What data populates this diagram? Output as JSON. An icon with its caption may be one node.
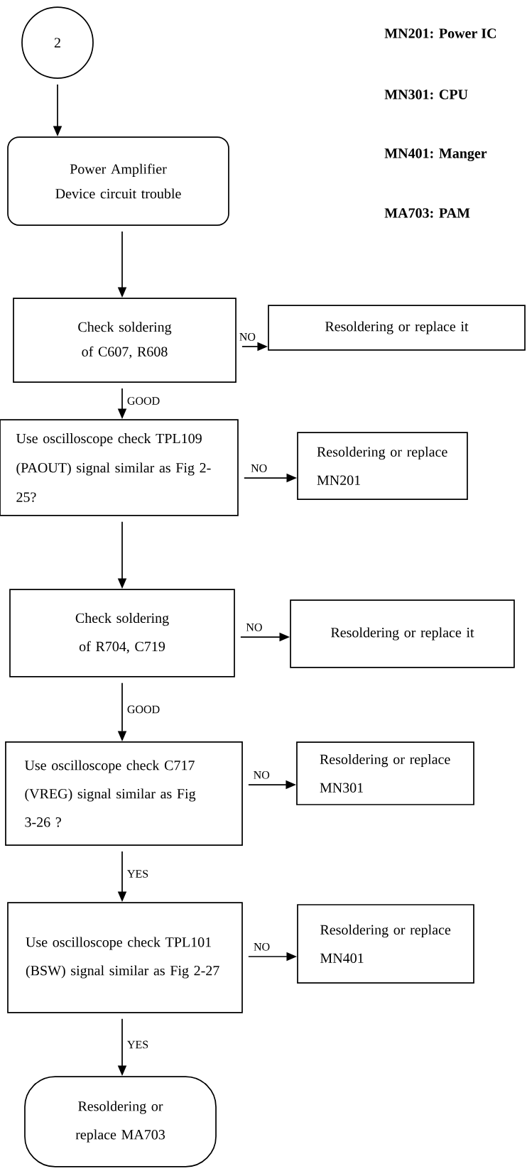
{
  "diagram": {
    "nodes": [
      {
        "text": [
          "2"
        ]
      },
      {
        "text": [
          "Power Amplifier Device circuit trouble"
        ]
      },
      {
        "text": [
          "Check soldering of C607, R608"
        ]
      },
      {
        "text": [
          "Resoldering or replace it"
        ]
      },
      {
        "text": [
          "Use oscilloscope check TPL109 (PAOUT) signal similar as Fig 2-25?"
        ]
      },
      {
        "text": [
          "Resoldering or replace MN201"
        ]
      },
      {
        "text": [
          "Check soldering of R704, C719"
        ]
      },
      {
        "text": [
          "Resoldering or replace it"
        ]
      },
      {
        "text": [
          "Use oscilloscope check C717 (VREG) signal similar as Fig 3-26 ?"
        ]
      },
      {
        "text": [
          "Resoldering or replace MN301"
        ]
      },
      {
        "text": [
          "Use oscilloscope check TPL101 (BSW) signal similar as Fig 2-27"
        ]
      },
      {
        "text": [
          "Resoldering or replace MN401"
        ]
      },
      {
        "text": [
          "Resoldering or replace MA703"
        ]
      }
    ],
    "edges": [
      {
        "from": 0,
        "to": 1,
        "arrow": "to"
      },
      {
        "from": 1,
        "to": 2,
        "arrow": "to"
      },
      {
        "from": 2,
        "to": 3,
        "arrow": "to",
        "label": "NO"
      },
      {
        "from": 2,
        "to": 4,
        "arrow": "to",
        "label": "GOOD"
      },
      {
        "from": 4,
        "to": 5,
        "arrow": "to",
        "label": "NO"
      },
      {
        "from": 4,
        "to": 6,
        "arrow": "to"
      },
      {
        "from": 6,
        "to": 7,
        "arrow": "to",
        "label": "NO"
      },
      {
        "from": 6,
        "to": 8,
        "arrow": "to",
        "label": "GOOD"
      },
      {
        "from": 8,
        "to": 9,
        "arrow": "to",
        "label": "NO"
      },
      {
        "from": 8,
        "to": 10,
        "arrow": "to",
        "label": "YES"
      },
      {
        "from": 10,
        "to": 11,
        "arrow": "to",
        "label": "NO"
      },
      {
        "from": 10,
        "to": 12,
        "arrow": "to",
        "label": "YES"
      }
    ],
    "labels": [
      "MN201: Power IC",
      "MN301: CPU",
      "MN401: Manger",
      "MA703: PAM"
    ]
  }
}
